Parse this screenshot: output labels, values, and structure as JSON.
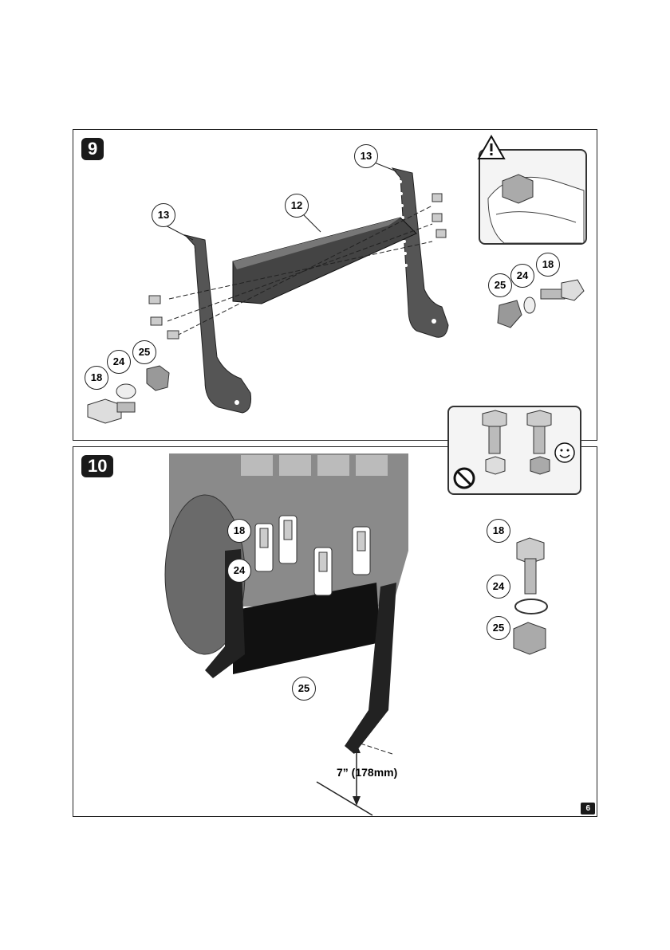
{
  "step9": {
    "number": "9",
    "callouts": {
      "bracket_left": "13",
      "bracket_right": "13",
      "tube": "12",
      "bolt_a": "18",
      "washer_a": "24",
      "nut_a": "25",
      "bolt_b": "18",
      "washer_b": "24",
      "nut_b": "25"
    }
  },
  "step10": {
    "number": "10",
    "callouts": {
      "bolt": "18",
      "washer": "24",
      "nut": "25",
      "legend_bolt": "18",
      "legend_washer": "24",
      "legend_nut": "25"
    },
    "dimension": "7” (178mm)"
  },
  "page_number": "6"
}
